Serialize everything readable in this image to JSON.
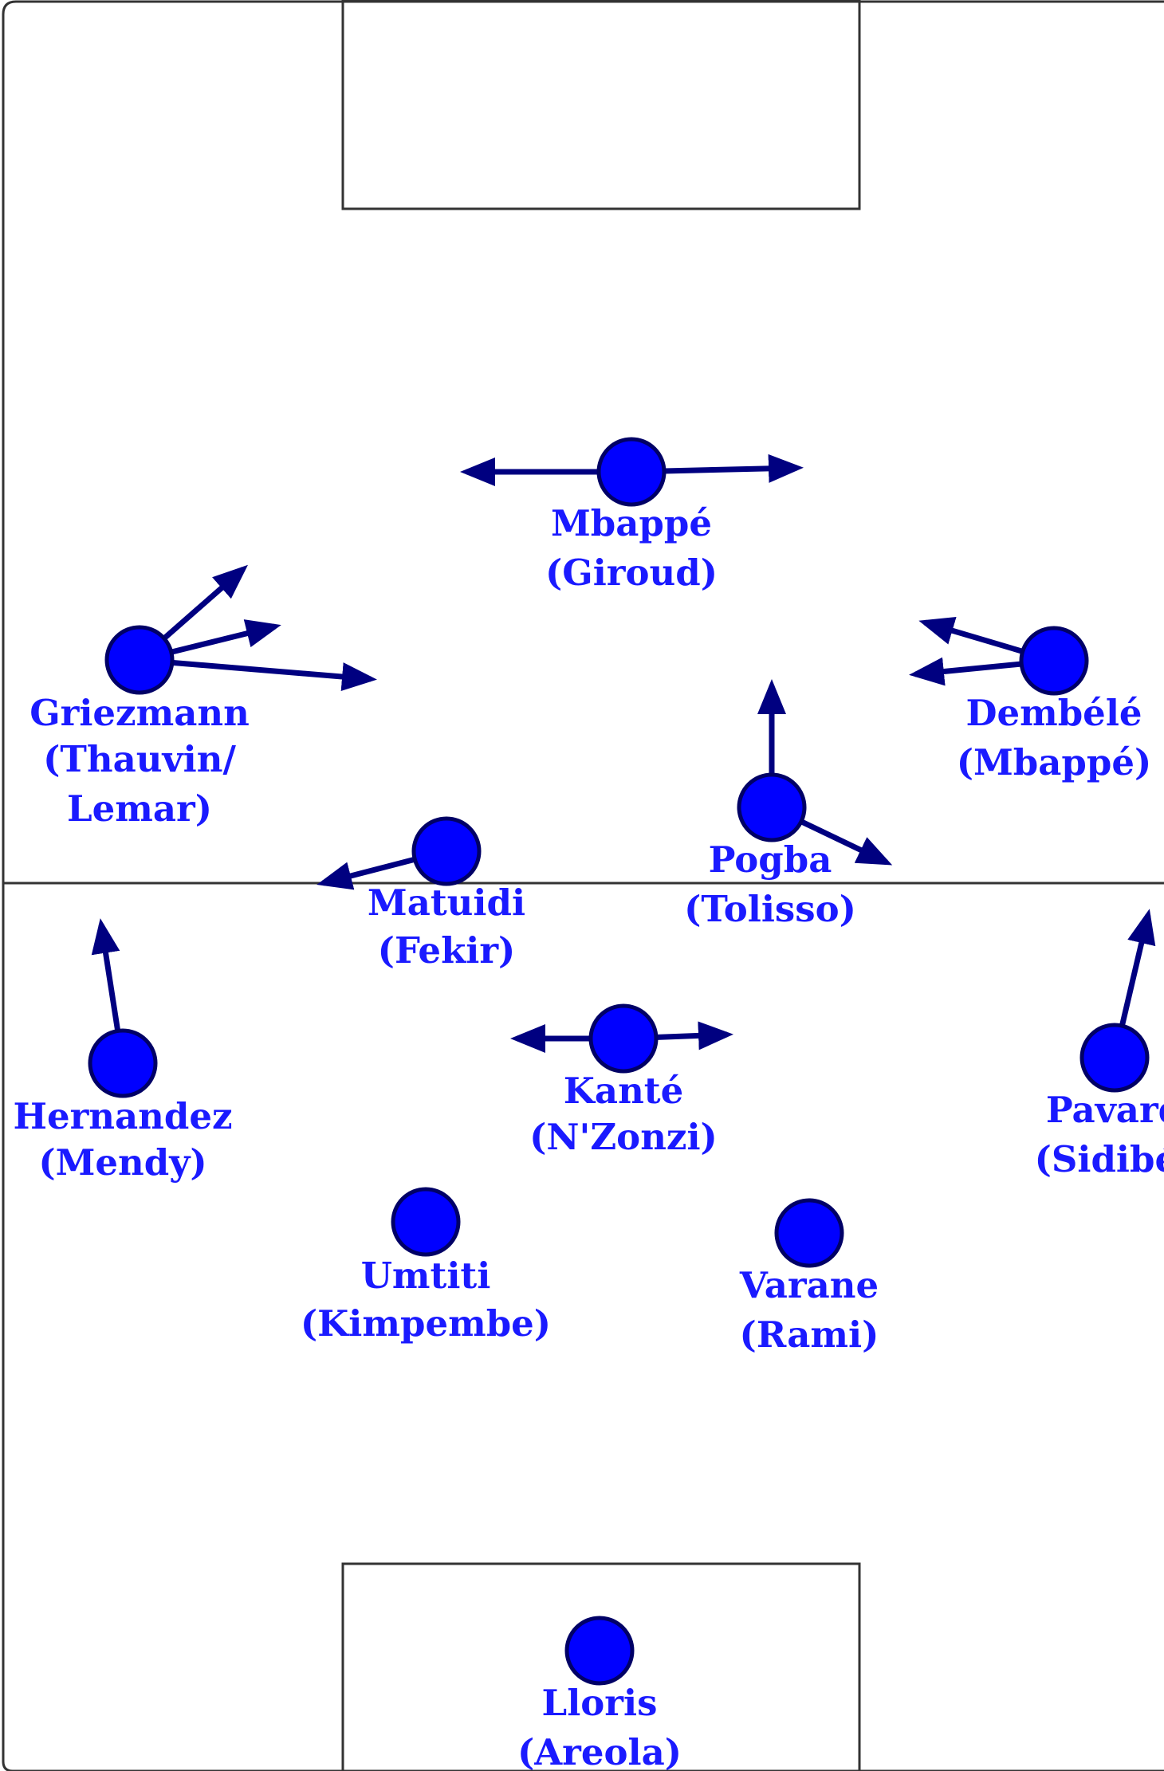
{
  "colors": {
    "player_fill": "#0000ff",
    "player_stroke": "#000066",
    "arrow": "#000080",
    "label": "#1a1aff",
    "pitch_line": "#333333",
    "background": "#ffffff"
  },
  "players": [
    {
      "id": "mbappe",
      "name": "Mbappé",
      "sub": "(Giroud)"
    },
    {
      "id": "griezmann",
      "name": "Griezmann",
      "sub": "(Thauvin/",
      "sub2": "Lemar)"
    },
    {
      "id": "dembele",
      "name": "Dembélé",
      "sub": "(Mbappé)"
    },
    {
      "id": "pogba",
      "name": "Pogba",
      "sub": "(Tolisso)"
    },
    {
      "id": "matuidi",
      "name": "Matuidi",
      "sub": "(Fekir)"
    },
    {
      "id": "hernandez",
      "name": "Hernandez",
      "sub": "(Mendy)"
    },
    {
      "id": "kante",
      "name": "Kanté",
      "sub": "(N'Zonzi)"
    },
    {
      "id": "pavard",
      "name": "Pavard",
      "sub": "(Sidibé)"
    },
    {
      "id": "umtiti",
      "name": "Umtiti",
      "sub": "(Kimpembe)"
    },
    {
      "id": "varane",
      "name": "Varane",
      "sub": "(Rami)"
    },
    {
      "id": "lloris",
      "name": "Lloris",
      "sub": "(Areola)"
    }
  ]
}
